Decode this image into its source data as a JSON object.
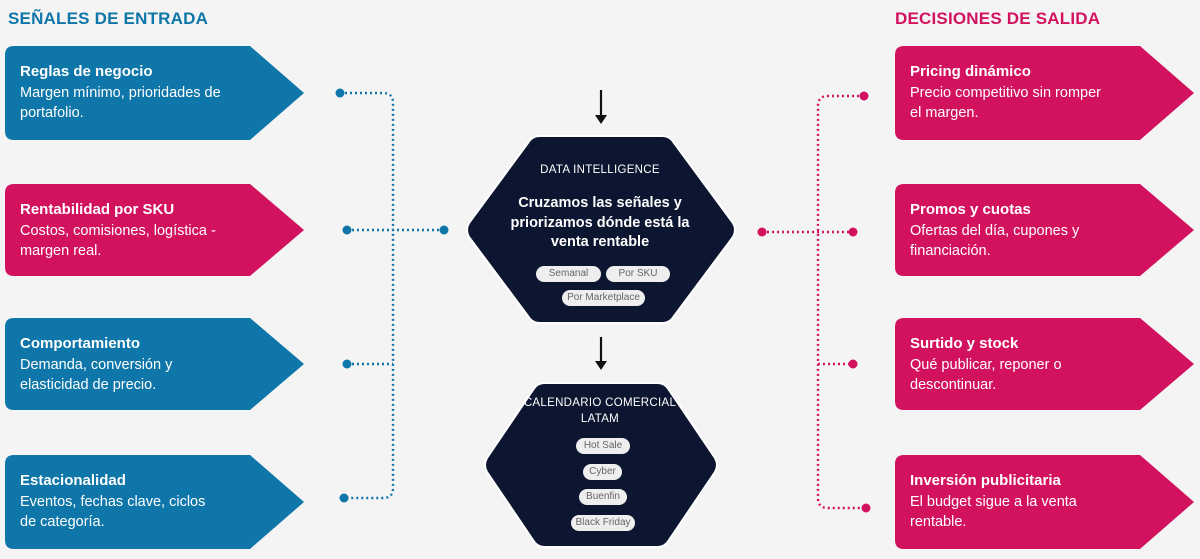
{
  "inputs": {
    "heading": "SEÑALES DE ENTRADA",
    "color": "#0e76a8",
    "items": [
      {
        "title": "Reglas de negocio",
        "desc": "Margen mínimo, prioridades de portafolio."
      },
      {
        "title": "Rentabilidad por SKU",
        "desc": "Costos, comisiones, logística - margen real."
      },
      {
        "title": "Comportamiento",
        "desc": "Demanda, conversión y elasticidad de precio."
      },
      {
        "title": "Estacionalidad",
        "desc": "Eventos, fechas clave, ciclos de categoría."
      }
    ]
  },
  "outputs": {
    "heading": "DECISIONES DE SALIDA",
    "color": "#d3125f",
    "items": [
      {
        "title": "Pricing dinámico",
        "desc": "Precio competitivo sin romper el margen."
      },
      {
        "title": "Promos y cuotas",
        "desc": "Ofertas del día, cupones y financiación."
      },
      {
        "title": "Surtido y stock",
        "desc": "Qué publicar, reponer o descontinuar."
      },
      {
        "title": "Inversión publicitaria",
        "desc": "El budget sigue a la venta rentable."
      }
    ]
  },
  "engine": {
    "label": "DATA INTELLIGENCE",
    "title": "Cruzamos las señales y priorizamos dónde está la venta rentable",
    "tags": [
      "Semanal",
      "Por SKU",
      "Por Marketplace"
    ],
    "color": "#0d1630"
  },
  "calendar": {
    "label": "CALENDARIO COMERCIAL LATAM",
    "events": [
      "Hot Sale",
      "Cyber",
      "Buenfin",
      "Black Friday"
    ]
  }
}
